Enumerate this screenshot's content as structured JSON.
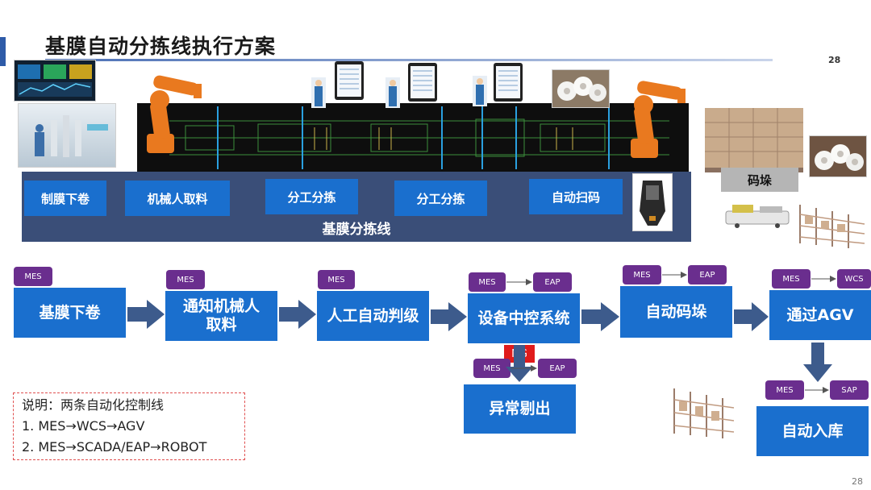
{
  "slide": {
    "title": "基膜自动分拣线执行方案",
    "page_top": "28",
    "page_bottom": "28"
  },
  "line": {
    "stations": [
      "制膜下卷",
      "机械人取料",
      "分工分拣",
      "分工分拣",
      "自动扫码"
    ],
    "label": "基膜分拣线",
    "stack_label": "码垛"
  },
  "flow": {
    "steps": [
      {
        "label": "基膜下卷",
        "tags": [
          "MES"
        ]
      },
      {
        "label": "通知机械人取料",
        "tags": [
          "MES"
        ]
      },
      {
        "label": "人工自动判级",
        "tags": [
          "MES"
        ]
      },
      {
        "label": "设备中控系统",
        "tags": [
          "MES",
          "EAP"
        ]
      },
      {
        "label": "自动码垛",
        "tags": [
          "MES",
          "EAP"
        ]
      },
      {
        "label": "通过AGV",
        "tags": [
          "MES",
          "WCS"
        ]
      }
    ],
    "reject": {
      "label": "异常剔出",
      "tags": [
        "MES",
        "EAP"
      ],
      "flag": "NG"
    },
    "warehouse": {
      "label": "自动入库",
      "tags": [
        "MES",
        "SAP"
      ]
    }
  },
  "note": {
    "heading": "说明：两条自动化控制线",
    "items": [
      "1.   MES→WCS→AGV",
      "2.   MES→SCADA/EAP→ROBOT"
    ]
  },
  "colors": {
    "box": "#1a6fce",
    "pill": "#6a2e8e",
    "ng": "#e01b1b",
    "banner": "#3a4e78"
  }
}
